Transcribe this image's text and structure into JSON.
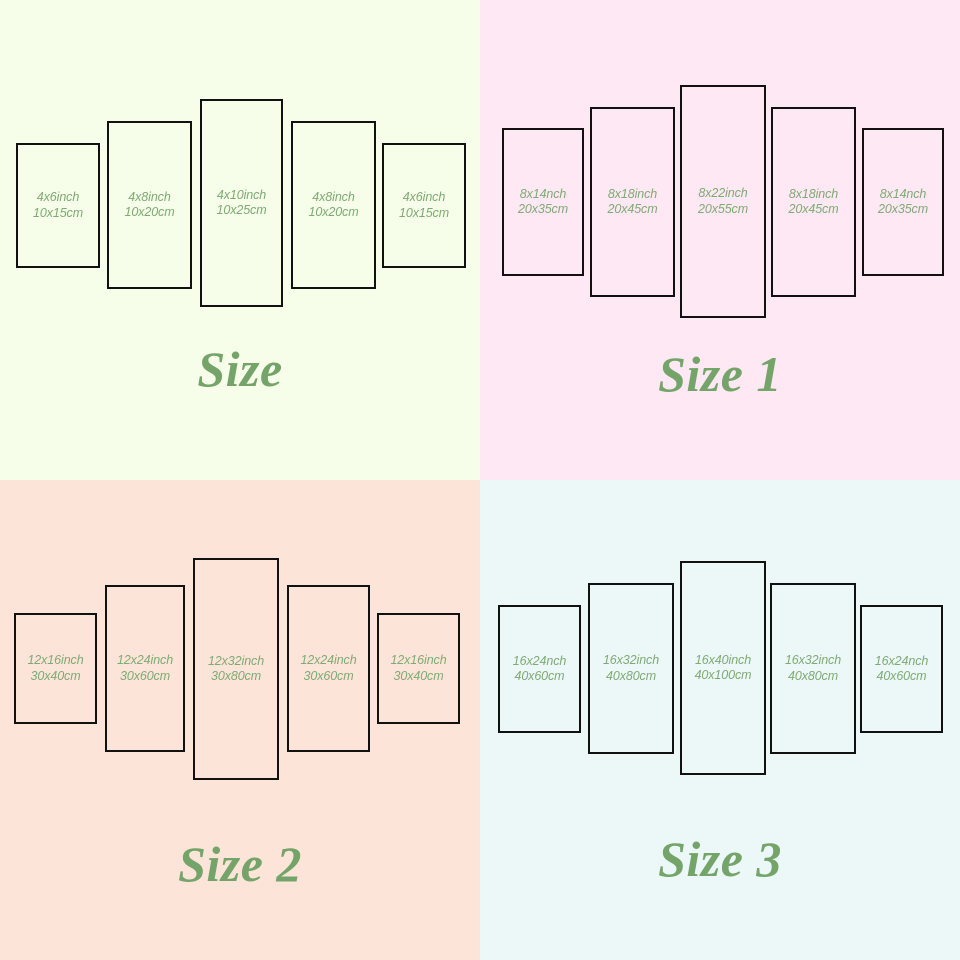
{
  "meta": {
    "figure_title": "Multi-panel canvas print size chart",
    "panel_count_per_set": 5
  },
  "colors": {
    "background_top_left": "#F6FDE8",
    "background_top_right": "#FDE8F4",
    "background_bottom_left": "#FDE4D8",
    "background_bottom_right": "#EBF8F7",
    "frame_border": "#111111",
    "label_text": "#7FAA74",
    "title_text": "#74A469"
  },
  "quadrants": [
    {
      "key": "size",
      "title": "Size",
      "background": "#F6FDE8",
      "panels": [
        {
          "inch": "4x6inch",
          "cm": "10x15cm"
        },
        {
          "inch": "4x8inch",
          "cm": "10x20cm"
        },
        {
          "inch": "4x10inch",
          "cm": "10x25cm"
        },
        {
          "inch": "4x8inch",
          "cm": "10x20cm"
        },
        {
          "inch": "4x6inch",
          "cm": "10x15cm"
        }
      ]
    },
    {
      "key": "size1",
      "title": "Size 1",
      "background": "#FDE8F4",
      "panels": [
        {
          "inch": "8x14nch",
          "cm": "20x35cm"
        },
        {
          "inch": "8x18inch",
          "cm": "20x45cm"
        },
        {
          "inch": "8x22inch",
          "cm": "20x55cm"
        },
        {
          "inch": "8x18inch",
          "cm": "20x45cm"
        },
        {
          "inch": "8x14nch",
          "cm": "20x35cm"
        }
      ]
    },
    {
      "key": "size2",
      "title": "Size 2",
      "background": "#FDE4D8",
      "panels": [
        {
          "inch": "12x16inch",
          "cm": "30x40cm"
        },
        {
          "inch": "12x24inch",
          "cm": "30x60cm"
        },
        {
          "inch": "12x32inch",
          "cm": "30x80cm"
        },
        {
          "inch": "12x24inch",
          "cm": "30x60cm"
        },
        {
          "inch": "12x16inch",
          "cm": "30x40cm"
        }
      ]
    },
    {
      "key": "size3",
      "title": "Size 3",
      "background": "#EBF8F7",
      "panels": [
        {
          "inch": "16x24nch",
          "cm": "40x60cm"
        },
        {
          "inch": "16x32inch",
          "cm": "40x80cm"
        },
        {
          "inch": "16x40inch",
          "cm": "40x100cm"
        },
        {
          "inch": "16x32inch",
          "cm": "40x80cm"
        },
        {
          "inch": "16x24nch",
          "cm": "40x60cm"
        }
      ]
    }
  ]
}
